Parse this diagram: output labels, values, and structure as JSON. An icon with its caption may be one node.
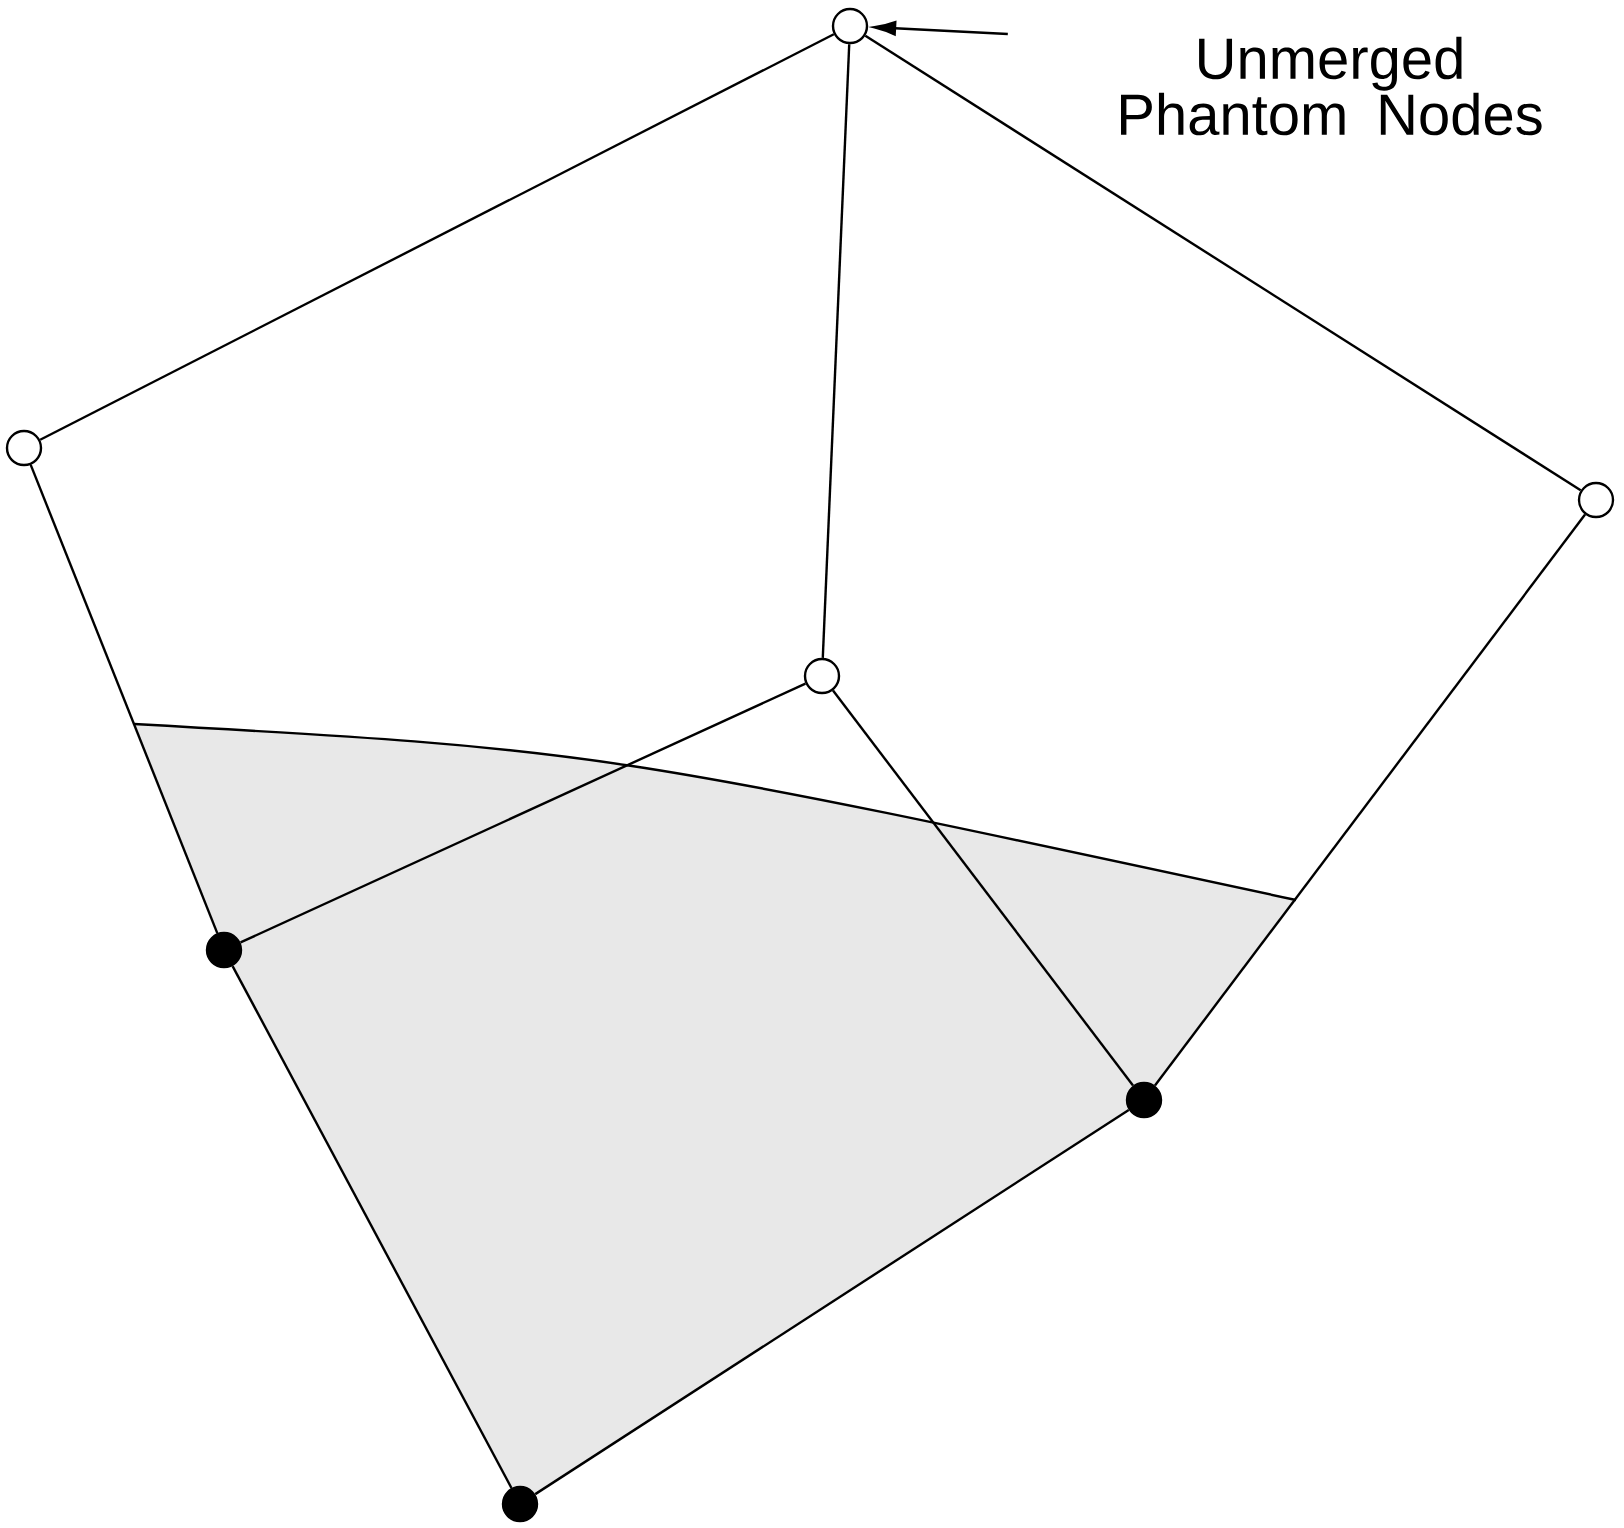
{
  "diagram": {
    "nodes": [
      {
        "text": [],
        "shape": "circle"
      },
      {
        "text": [
          "Unmerged Phantom Nodes"
        ]
      },
      {
        "text": [],
        "shape": "circle"
      },
      {
        "text": [],
        "shape": "circle"
      },
      {
        "text": [],
        "shape": "circle"
      },
      {
        "text": [],
        "shape": "circle"
      },
      {
        "text": [],
        "shape": "circle"
      },
      {
        "text": [],
        "shape": "circle"
      }
    ],
    "edges": [
      {
        "from": 1,
        "to": 0,
        "arrow": "to"
      },
      {
        "from": 0,
        "to": 2,
        "arrow": "none"
      },
      {
        "from": 0,
        "to": 4,
        "arrow": "none"
      },
      {
        "from": 0,
        "to": 3,
        "arrow": "none"
      },
      {
        "from": 2,
        "to": 5,
        "arrow": "none"
      },
      {
        "from": 5,
        "to": 7,
        "arrow": "none"
      },
      {
        "from": 7,
        "to": 6,
        "arrow": "none"
      },
      {
        "from": 6,
        "to": 3,
        "arrow": "none"
      },
      {
        "from": 4,
        "to": 5,
        "arrow": "none"
      },
      {
        "from": 4,
        "to": 6,
        "arrow": "none"
      }
    ]
  }
}
